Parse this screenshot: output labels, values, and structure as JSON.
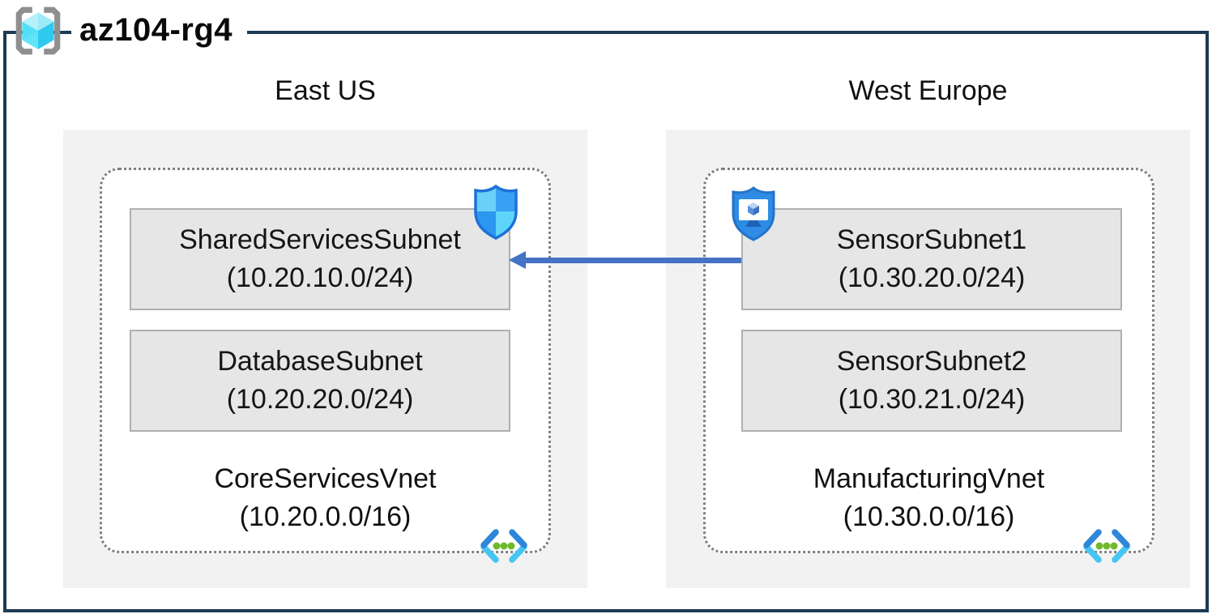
{
  "resource_group": {
    "label": "az104-rg4"
  },
  "regions": [
    {
      "name": "East US",
      "vnet": {
        "name": "CoreServicesVnet",
        "cidr": "(10.20.0.0/16)"
      },
      "subnets": [
        {
          "name": "SharedServicesSubnet",
          "cidr": "(10.20.10.0/24)"
        },
        {
          "name": "DatabaseSubnet",
          "cidr": "(10.20.20.0/24)"
        }
      ]
    },
    {
      "name": "West Europe",
      "vnet": {
        "name": "ManufacturingVnet",
        "cidr": "(10.30.0.0/16)"
      },
      "subnets": [
        {
          "name": "SensorSubnet1",
          "cidr": "(10.30.20.0/24)"
        },
        {
          "name": "SensorSubnet2",
          "cidr": "(10.30.21.0/24)"
        }
      ]
    }
  ],
  "connection": {
    "from_subnet": "SensorSubnet1",
    "to_subnet": "SharedServicesSubnet",
    "direction": "right-to-left",
    "color": "#4472c4"
  },
  "icons": {
    "resource_group": "resource-group-brackets-cube",
    "east_shield": "network-security-shield",
    "west_shield": "bastion-shield-monitor",
    "vnet": "virtual-network-chevrons"
  },
  "colors": {
    "frame": "#1e3a54",
    "region_fill": "#f2f2f2",
    "subnet_fill": "#e6e6e6",
    "subnet_border": "#b0b0b0",
    "dotted_border": "#7f7f7f",
    "arrow": "#4472c4",
    "azure_blue": "#2f8ce4",
    "cyan": "#50e6ff",
    "green_dot": "#6fba2c"
  }
}
